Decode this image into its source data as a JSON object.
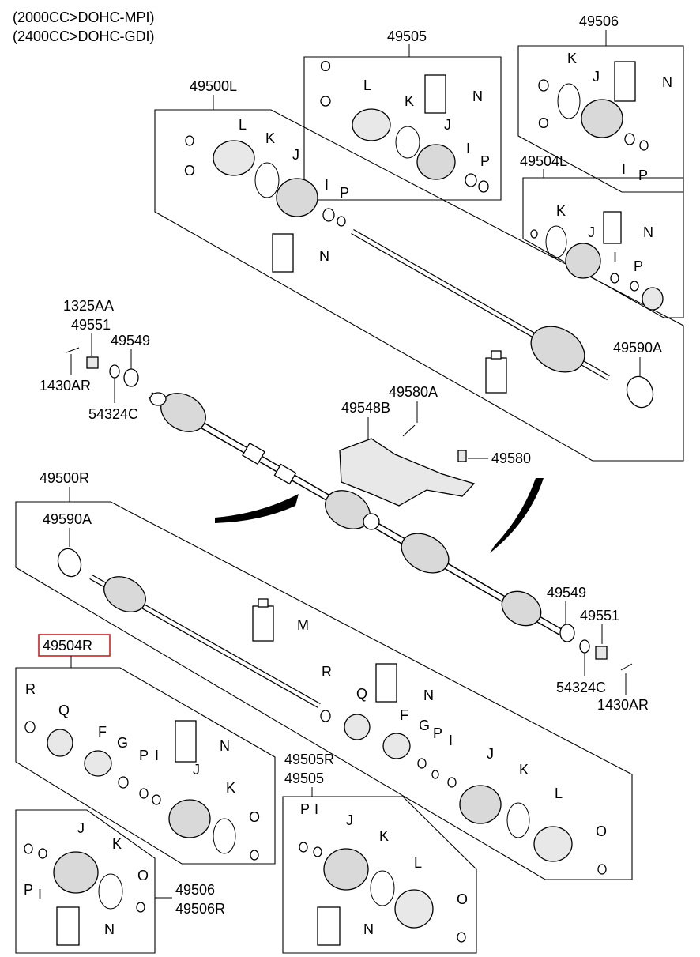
{
  "header": {
    "line1": "(2000CC>DOHC-MPI)",
    "line2": "(2400CC>DOHC-GDI)"
  },
  "groups": {
    "g49505": "49505",
    "g49506": "49506",
    "g49500L": "49500L",
    "g49504L": "49504L",
    "g49500R": "49500R",
    "g49504R": "49504R",
    "g49505R": "49505R",
    "g49505b": "49505",
    "g49506b": "49506",
    "g49506R": "49506R"
  },
  "part_numbers": {
    "p1325AA": "1325AA",
    "p49551a": "49551",
    "p49549a": "49549",
    "p1430ARa": "1430AR",
    "p54324Ca": "54324C",
    "p49590Aa": "49590A",
    "p49580A": "49580A",
    "p49548B": "49548B",
    "p49580": "49580",
    "p49590Ab": "49590A",
    "p49549b": "49549",
    "p49551b": "49551",
    "p54324Cb": "54324C",
    "p1430ARb": "1430AR"
  },
  "letters": {
    "O": "O",
    "L": "L",
    "K": "K",
    "J": "J",
    "I": "I",
    "P": "P",
    "N": "N",
    "M": "M",
    "R": "R",
    "Q": "Q",
    "F": "F",
    "G": "G"
  },
  "highlight": {
    "label": "49504R",
    "color": "#d21f1f"
  }
}
